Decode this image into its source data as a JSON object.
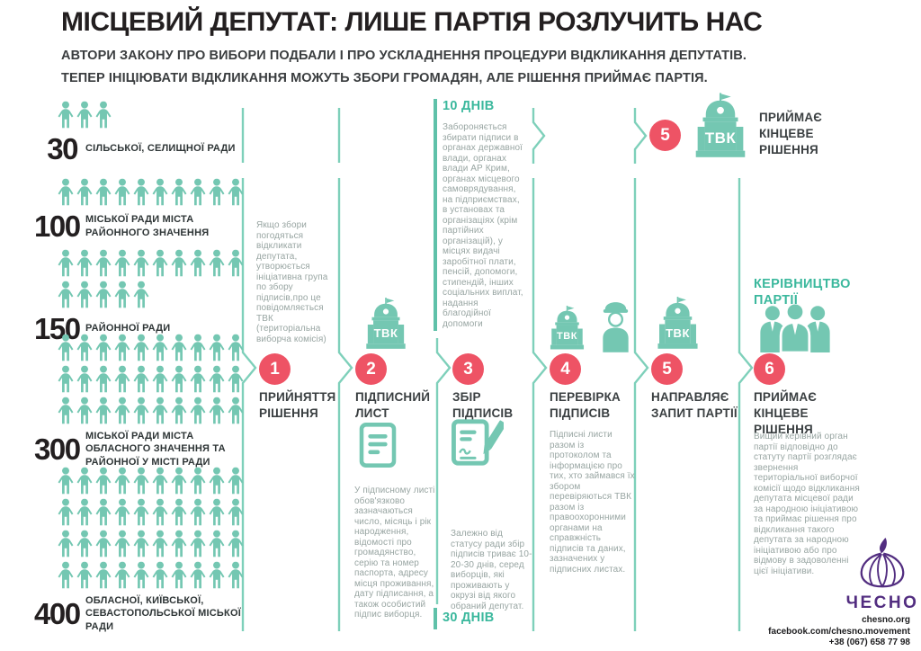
{
  "header": {
    "title": "МІСЦЕВИЙ ДЕПУТАТ: ЛИШЕ ПАРТІЯ РОЗЛУЧИТЬ НАС",
    "subtitle_line1": "АВТОРИ ЗАКОНУ ПРО ВИБОРИ ПОДБАЛИ І ПРО УСКЛАДНЕННЯ ПРОЦЕДУРИ ВІДКЛИКАННЯ ДЕПУТАТІВ.",
    "subtitle_line2": "ТЕПЕР ІНІЦІЮВАТИ ВІДКЛИКАННЯ МОЖУТЬ ЗБОРИ ГРОМАДЯН, АЛЕ РІШЕННЯ ПРИЙМАЄ ПАРТІЯ."
  },
  "councils": [
    {
      "count": "30",
      "label": "СІЛЬСЬКОЇ, СЕЛИЩНОЇ РАДИ",
      "icons": 3
    },
    {
      "count": "100",
      "label": "МІСЬКОЇ РАДИ МІСТА РАЙОННОГО ЗНАЧЕННЯ",
      "icons": 10
    },
    {
      "count": "150",
      "label": "РАЙОННОЇ РАДИ",
      "icons": 15
    },
    {
      "count": "300",
      "label": "МІСЬКОЇ РАДИ МІСТА ОБЛАСНОГО ЗНАЧЕННЯ ТА РАЙОННОЇ У МІСТІ РАДИ",
      "icons": 30
    },
    {
      "count": "400",
      "label": "ОБЛАСНОЇ, КИЇВСЬКОЇ, СЕВАСТОПОЛЬСЬКОЇ МІСЬКОЇ РАДИ",
      "icons": 40
    }
  ],
  "icons": {
    "tvk_label": "ТВК"
  },
  "top_flow": {
    "ten_days_label": "10 ДНІВ",
    "ten_days_text": "Забороняється збирати підписи в органах державної влади, органах влади АР Крим, органах місцевого самоврядування, на підприємствах, в установах та організаціях (крім партійних організацій), у місцях видачі заробітної плати, пенсій, допомоги, стипендій, інших соціальних виплат, надання благодійної допомоги",
    "step_number": "5",
    "result_label": "ПРИЙМАЄ КІНЦЕВЕ РІШЕННЯ"
  },
  "steps": [
    {
      "number": "1",
      "title": "ПРИЙНЯТТЯ РІШЕННЯ",
      "text": "Якщо збори погодяться відкликати депутата, утворюється ініціативна група по збору підписів,про це повідомляється ТВК (територіальна виборча комісія)"
    },
    {
      "number": "2",
      "title": "ПІДПИСНИЙ ЛИСТ",
      "text": "У підписному листі обов'язково зазначаються число, місяць і рік народження, відомості про громадянство, серію та номер паспорта, адресу місця проживання, дату підписання, а також особистий підпис виборця."
    },
    {
      "number": "3",
      "title": "ЗБІР ПІДПИСІВ",
      "text": "Залежно від статусу ради збір підписів триває 10-20-30 днів, серед виборців, які проживають у окрузі від якого обраний депутат.",
      "footer_label": "30 ДНІВ"
    },
    {
      "number": "4",
      "title": "ПЕРЕВІРКА ПІДПИСІВ",
      "text": "Підписні листи разом із протоколом та інформацією про тих, хто займався їх збором перевіряються ТВК разом із правоохоронними органами на справжність підписів та даних, зазначених у підписних листах."
    },
    {
      "number": "5",
      "title": "НАПРАВЛЯЄ ЗАПИТ ПАРТІЇ"
    },
    {
      "number": "6",
      "title": "ПРИЙМАЄ КІНЦЕВЕ РІШЕННЯ",
      "heading": "КЕРІВНИЦТВО ПАРТІЇ",
      "text": "Вищий керівний орган партії відповідно до статуту партії розглядає звернення територіальної виборчої комісії щодо відкликання депутата місцевої ради за народною ініціативою та приймає рішення про відкликання такого депутата за народною ініціативою або про відмову в задоволенні цієї ініціативи."
    }
  ],
  "footer": {
    "brand": "ЧЕСНО",
    "website": "chesno.org",
    "facebook": "facebook.com/chesno.movement",
    "phone": "+38 (067) 658 77 98"
  },
  "colors": {
    "teal": "#74c7b2",
    "teal_dark": "#3bb89d",
    "red": "#ee5365",
    "dark": "#231f20",
    "gray_text": "#98a5a2",
    "purple": "#522d80"
  }
}
